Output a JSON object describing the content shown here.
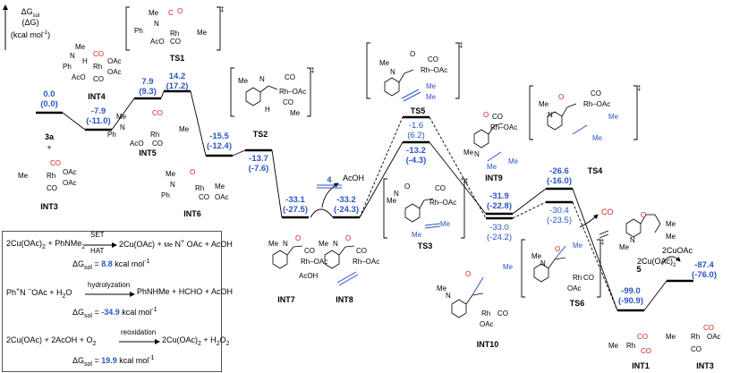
{
  "axis": {
    "label_l1": "ΔG",
    "label_l1_sub": "sol",
    "label_l2": "(ΔG)",
    "label_l3": "(kcal mol",
    "label_l3_sup": "-1",
    "label_l3_end": ")"
  },
  "species": {
    "s3a": "3a",
    "plus": "+",
    "int3_left": "INT3",
    "int4": "INT4",
    "int5": "INT5",
    "ts1": "TS1",
    "ts2": "TS2",
    "int6": "INT6",
    "int7": "INT7",
    "int8": "INT8",
    "ts5": "TS5",
    "ts3": "TS3",
    "int9": "INT9",
    "int10": "INT10",
    "ts4": "TS4",
    "ts6": "TS6",
    "p5": "5",
    "int1": "INT1",
    "int3_right": "INT3",
    "s4": "4",
    "acoh": "AcOH",
    "co": "CO",
    "cuoac_top": "2CuOAc",
    "cuoac2": "2Cu(OAc)",
    "cuoac2_sub": "2"
  },
  "energies": {
    "e3a": [
      "0.0",
      "(0.0)"
    ],
    "int4": [
      "-7.9",
      "(-11.0)"
    ],
    "int5": [
      "7.9",
      "(9.3)"
    ],
    "ts1": [
      "14.2",
      "(17.2)"
    ],
    "int6": [
      "-15.5",
      "(-12.4)"
    ],
    "ts2": [
      "-13.7",
      "(-7.6)"
    ],
    "int7": [
      "-33.1",
      "(-27.5)"
    ],
    "int8": [
      "-33.2",
      "(-24.3)"
    ],
    "ts5": [
      "-1.6",
      "(6.2)"
    ],
    "ts3": [
      "-13.2",
      "(-4.3)"
    ],
    "int9a": [
      "-31.9",
      "(-22.8)"
    ],
    "int9b": [
      "-33.0",
      "(-24.2)"
    ],
    "ts4": [
      "-26.6",
      "(-16.0)"
    ],
    "ts6": [
      "-30.4",
      "(-23.5)"
    ],
    "int1": [
      "-99.0",
      "(-90.9)"
    ],
    "int3": [
      "-87.4",
      "(-76.0)"
    ]
  },
  "equations": {
    "eq1_left": "2Cu(OAc)",
    "eq1_left_sub": "2",
    "eq1_plus": "+ PhNMe",
    "eq1_plus_sub": "2",
    "eq1_set": "SET",
    "eq1_hat": "HAT",
    "eq1_right": "2Cu(OAc) +",
    "eq1_ph": "Ph",
    "eq1_n": "N",
    "eq1_me": "Me",
    "eq1_oac": "OAc + AcOH",
    "eq1_dg": "ΔG",
    "eq1_dg_sub": "sol",
    "eq1_eq": " = ",
    "eq1_val": "8.8",
    "eq1_unit": " kcal mol",
    "eq1_unit_sup": "-1",
    "eq2_ph": "Ph",
    "eq2_n": "N",
    "eq2_oac": "OAc",
    "eq2_h2o": "+ H",
    "eq2_h2o_sub": "2",
    "eq2_h2o_end": "O",
    "eq2_arrow": "hydrolyzation",
    "eq2_right": "PhNHMe + HCHO + AcOH",
    "eq2_dg": "ΔG",
    "eq2_dg_sub": "sol",
    "eq2_eq": " = ",
    "eq2_val": "-34.9",
    "eq2_unit": " kcal mol",
    "eq2_unit_sup": "-1",
    "eq3_left": "2Cu(OAc) + 2AcOH + O",
    "eq3_left_sub": "2",
    "eq3_arrow": "reoxidation",
    "eq3_right": "2Cu(OAc)",
    "eq3_right_sub": "2",
    "eq3_right_end": " + H",
    "eq3_right_sub2": "2",
    "eq3_right_end2": "O",
    "eq3_right_sub3": "2",
    "eq3_dg": "ΔG",
    "eq3_dg_sub": "sol",
    "eq3_eq": " = ",
    "eq3_val": "19.9",
    "eq3_unit": " kcal mol",
    "eq3_unit_sup": "-1"
  },
  "atoms": {
    "me": "Me",
    "n": "N",
    "h": "H",
    "ph": "Ph",
    "rh": "Rh",
    "oac": "OAc",
    "aco": "AcO",
    "co": "CO",
    "c": "C",
    "o": "O",
    "ts_mark": "‡",
    "rh_oac": "Rh–OAc",
    "rh_oac2": "Rh",
    "meo": "Me",
    "ome": "Me",
    "plus_sign": "+",
    "minus_sign": "−"
  },
  "colors": {
    "blue": "#2a55c4",
    "red": "#d42020"
  }
}
